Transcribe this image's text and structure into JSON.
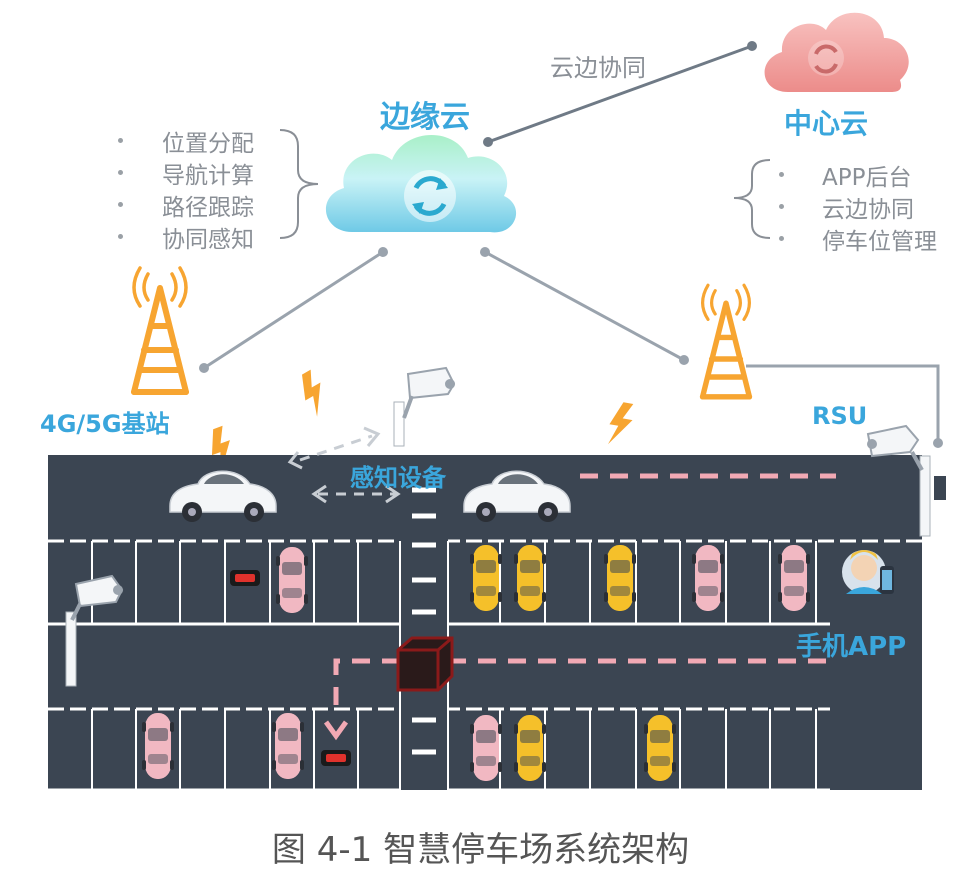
{
  "edge_cloud": {
    "label": "边缘云",
    "features": [
      "位置分配",
      "导航计算",
      "路径跟踪",
      "协同感知"
    ]
  },
  "center_cloud": {
    "label": "中心云",
    "features": [
      "APP后台",
      "云边协同",
      "停车位管理"
    ]
  },
  "link_label": "云边协同",
  "base_station_label": "4G/5G基站",
  "sensing_label": "感知设备",
  "rsu_label": "RSU",
  "app_label": "手机APP",
  "caption": "图 4-1 智慧停车场系统架构",
  "colors": {
    "accent_blue": "#3aa6dc",
    "tower_orange": "#f7a531",
    "road": "#3b4552",
    "route_pink": "#f2a9b4",
    "car_yellow": "#f5c02a",
    "car_pink": "#f1b8c2",
    "center_cloud_pink": "#f09a9a",
    "edge_cloud_blue": "#8fd9e8"
  }
}
